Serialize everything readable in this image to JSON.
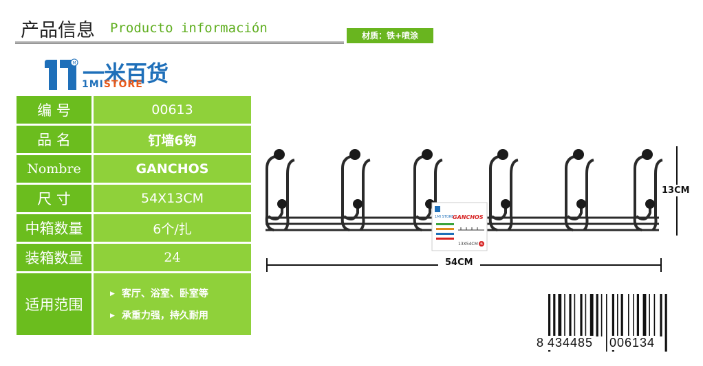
{
  "header": {
    "title_cn": "产品信息",
    "title_es": "Producto información",
    "material": "材质：铁+喷涂"
  },
  "logo": {
    "brand_cn": "一米百货",
    "brand_en_main": "1MI",
    "brand_en_tail": "STORE",
    "mark_badge": "M"
  },
  "spec_table": {
    "rows": [
      {
        "label": "编 号",
        "value": "00613"
      },
      {
        "label": "品 名",
        "value": "钉墙6钩"
      },
      {
        "label": "Nombre",
        "value": "GANCHOS"
      },
      {
        "label": "尺 寸",
        "value": "54X13CM"
      },
      {
        "label": "中箱数量",
        "value": "6个/扎"
      },
      {
        "label": "装箱数量",
        "value": "24"
      }
    ],
    "usage": {
      "label": "适用范围",
      "items": [
        "客厅、浴室、卧室等",
        "承重力强，持久耐用"
      ]
    }
  },
  "product": {
    "width_label": "54CM",
    "height_label": "13CM",
    "card_brand": "1MI STORE",
    "card_title": "GANCHOS",
    "card_size": "13X54CM",
    "card_count": "6"
  },
  "barcode": {
    "first": "8",
    "left_group": "434485",
    "right_group": "006134"
  },
  "colors": {
    "label_green": "#6bbd1e",
    "value_green": "#8fd13a",
    "accent_green": "#5fae1f",
    "brand_blue": "#1e6fb9",
    "brand_orange": "#ea5a1a"
  }
}
